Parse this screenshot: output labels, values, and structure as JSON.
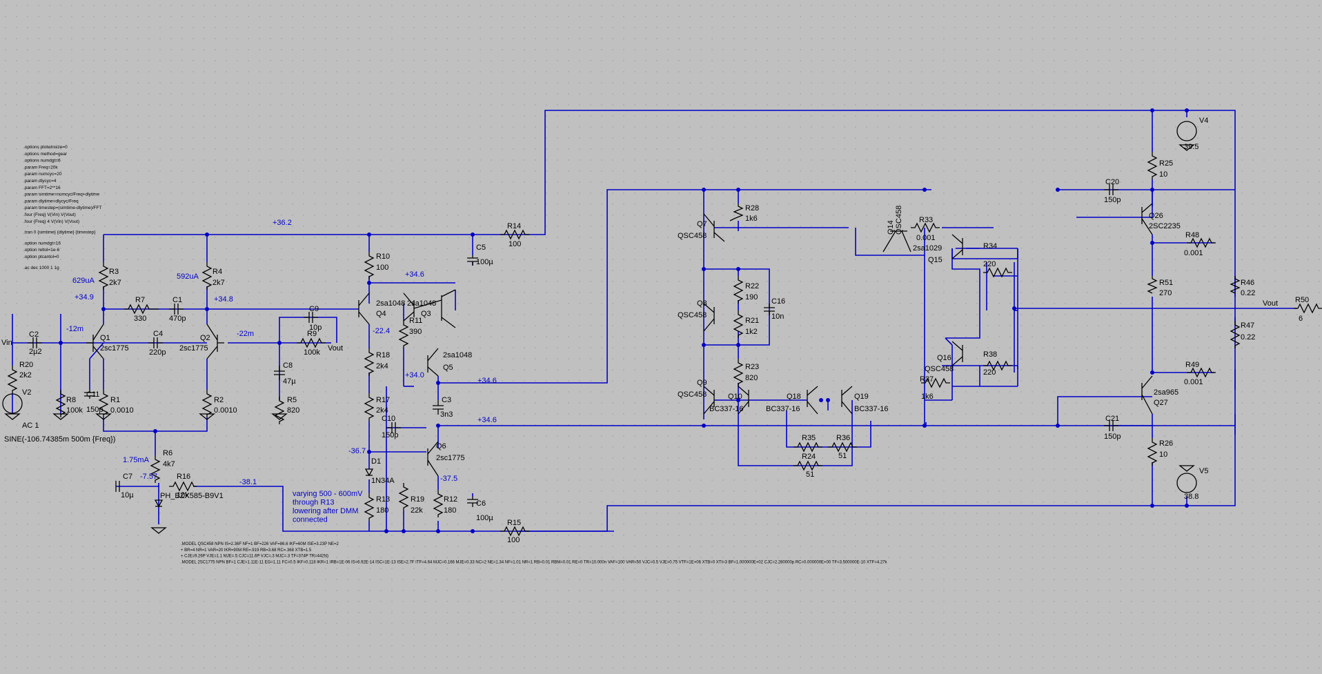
{
  "directives": [
    ".options plotwinsize=0",
    ".options method=gear",
    ".options numdgt=6",
    ".param Freq=20k",
    ".param numcyc=20",
    ".param dlycyc=4",
    ".param FFT=2**16",
    ".param simtime=numcyc/Freq+dlytime",
    ".param dlytime=dlycyc/Freq",
    ".param timestep=(simtime-dlytime)/FFT",
    ".four {Freq} V(Vin) V(Vout)",
    ".four {Freq} 4 V(Vin) V(Vout)",
    ".tran 0 {simtime} {dlytime} {timestep}",
    ".option numdgt=16",
    ".option reltol=1e-6",
    ".option ptcantol=0",
    ".ac dec 1000 1 1g"
  ],
  "models": [
    ".MODEL QSC458 NPN IS=2.36F NF=1 BF=226 VAF=86.6 IKF=60M ISE=3.23P NE=2",
    "+ BR=4 NR=1 VAR=20 IKR=90M RE=.919 RB=3.68 RC=.368 XTB=1.5",
    "+ CJE=9.26P VJE=1.1 MJE=.5 CJC=11.6P VJC=.3 MJC=.3 TF=374P TR=442N)",
    ".MODEL 2SC1775 NPN BF=1 CJE=1.11E-11 EG=1.11 FC=0.5 IKF=0.118 IKR=1 IRB=1E-06 IS=6.92E-14 ISC=1E-13 ISE=2.7F ITF=4.64 MJC=0.166 MJE=0.33 NC=2 NE=1.34 NF=1.01 NR=1 RB=0.01 RBM=0.01 RE=0 TR=10.000n VAF=100 VAR=50 VJC=0.5 VJE=0.75 VTF=1E+06 XTB=0 XTI=3 BF=1.000000E+02 CJC=2.280000p RC=0.000000E+00 TF=3.500000E-10 XTF=4.27k"
  ],
  "note": [
    "varying 500 - 600mV",
    "through R13",
    "lowering after DMM",
    "connected"
  ],
  "parts": [
    {
      "ref": "Vin",
      "val": ""
    },
    {
      "ref": "C2",
      "val": "2µ2"
    },
    {
      "ref": "R20",
      "val": "2k2"
    },
    {
      "ref": "V2",
      "val": "AC 1"
    },
    {
      "ref": "V2src",
      "val": "SINE(-106.74385m 500m {Freq})"
    },
    {
      "ref": "R8",
      "val": "100k"
    },
    {
      "ref": "C11",
      "val": "150p"
    },
    {
      "ref": "Q1",
      "val": "2sc1775"
    },
    {
      "ref": "R1",
      "val": "0.0010"
    },
    {
      "ref": "R3",
      "val": "2k7"
    },
    {
      "ref": "R7",
      "val": "330"
    },
    {
      "ref": "C1",
      "val": "470p"
    },
    {
      "ref": "C4",
      "val": "220p"
    },
    {
      "ref": "Q2",
      "val": "2sc1775"
    },
    {
      "ref": "R2",
      "val": "0.0010"
    },
    {
      "ref": "R4",
      "val": "2k7"
    },
    {
      "ref": "R6",
      "val": "4k7"
    },
    {
      "ref": "C7",
      "val": "10µ"
    },
    {
      "ref": "R16",
      "val": "10k"
    },
    {
      "ref": "D2",
      "val": "PH_BZX585-B9V1"
    },
    {
      "ref": "C9",
      "val": "10p"
    },
    {
      "ref": "R9",
      "val": "100k"
    },
    {
      "ref": "C8",
      "val": "47µ"
    },
    {
      "ref": "R5",
      "val": "820"
    },
    {
      "ref": "R10",
      "val": "100"
    },
    {
      "ref": "Q4",
      "val": "2sa1048"
    },
    {
      "ref": "Q3",
      "val": "2sa1048"
    },
    {
      "ref": "R11",
      "val": "390"
    },
    {
      "ref": "R18",
      "val": "2k4"
    },
    {
      "ref": "R17",
      "val": "2k4"
    },
    {
      "ref": "Q5",
      "val": "2sa1048"
    },
    {
      "ref": "C3",
      "val": "3n3"
    },
    {
      "ref": "C10",
      "val": "150p"
    },
    {
      "ref": "D1",
      "val": "1N34A"
    },
    {
      "ref": "R13",
      "val": "180"
    },
    {
      "ref": "R19",
      "val": "22k"
    },
    {
      "ref": "Q6",
      "val": "2sc1775"
    },
    {
      "ref": "R12",
      "val": "180"
    },
    {
      "ref": "C5",
      "val": "100µ"
    },
    {
      "ref": "R14",
      "val": "100"
    },
    {
      "ref": "C6",
      "val": "100µ"
    },
    {
      "ref": "R15",
      "val": "100"
    },
    {
      "ref": "Q7",
      "val": "QSC458"
    },
    {
      "ref": "R28",
      "val": "1k6"
    },
    {
      "ref": "Q8",
      "val": "QSC458"
    },
    {
      "ref": "R22",
      "val": "190"
    },
    {
      "ref": "R21",
      "val": "1k2"
    },
    {
      "ref": "C16",
      "val": "10n"
    },
    {
      "ref": "R23",
      "val": "820"
    },
    {
      "ref": "Q9",
      "val": "QSC458"
    },
    {
      "ref": "Q10",
      "val": "BC337-16"
    },
    {
      "ref": "Q18",
      "val": "BC337-16"
    },
    {
      "ref": "Q19",
      "val": "BC337-16"
    },
    {
      "ref": "R35",
      "val": "51"
    },
    {
      "ref": "R36",
      "val": "51"
    },
    {
      "ref": "R24",
      "val": "51"
    },
    {
      "ref": "Q14",
      "val": "QSC458"
    },
    {
      "ref": "R33",
      "val": "0.001"
    },
    {
      "ref": "Q15",
      "val": "2sa1029"
    },
    {
      "ref": "R34",
      "val": "220"
    },
    {
      "ref": "Q16",
      "val": "QSC458"
    },
    {
      "ref": "R37",
      "val": "1k6"
    },
    {
      "ref": "R38",
      "val": "220"
    },
    {
      "ref": "C20",
      "val": "150p"
    },
    {
      "ref": "Q26",
      "val": "2SC2235"
    },
    {
      "ref": "R25",
      "val": "10"
    },
    {
      "ref": "R48",
      "val": "0.001"
    },
    {
      "ref": "R51",
      "val": "270"
    },
    {
      "ref": "R46",
      "val": "0.22"
    },
    {
      "ref": "R47",
      "val": "0.22"
    },
    {
      "ref": "R49",
      "val": "0.001"
    },
    {
      "ref": "Q27",
      "val": "2sa965"
    },
    {
      "ref": "C21",
      "val": "150p"
    },
    {
      "ref": "R26",
      "val": "10"
    },
    {
      "ref": "V4",
      "val": "39.5"
    },
    {
      "ref": "V5",
      "val": "38.8"
    },
    {
      "ref": "R50",
      "val": "6"
    }
  ],
  "nets": [
    {
      "id": "n362",
      "t": "+36.2"
    },
    {
      "id": "n629",
      "t": "629uA"
    },
    {
      "id": "n592",
      "t": "592uA"
    },
    {
      "id": "n349",
      "t": "+34.9"
    },
    {
      "id": "n348",
      "t": "+34.8"
    },
    {
      "id": "n12m",
      "t": "-12m"
    },
    {
      "id": "n22m",
      "t": "-22m"
    },
    {
      "id": "n346a",
      "t": "+34.6"
    },
    {
      "id": "n224",
      "t": "-22.4"
    },
    {
      "id": "n340",
      "t": "+34.0"
    },
    {
      "id": "n346b",
      "t": "+34.6"
    },
    {
      "id": "n346c",
      "t": "+34.6"
    },
    {
      "id": "n175",
      "t": "1.75mA"
    },
    {
      "id": "n757",
      "t": "-7.57"
    },
    {
      "id": "n381",
      "t": "-38.1"
    },
    {
      "id": "n367",
      "t": "-36.7"
    },
    {
      "id": "n375",
      "t": "-37.5"
    },
    {
      "id": "vout1",
      "t": "Vout"
    },
    {
      "id": "vout2",
      "t": "Vout"
    }
  ]
}
